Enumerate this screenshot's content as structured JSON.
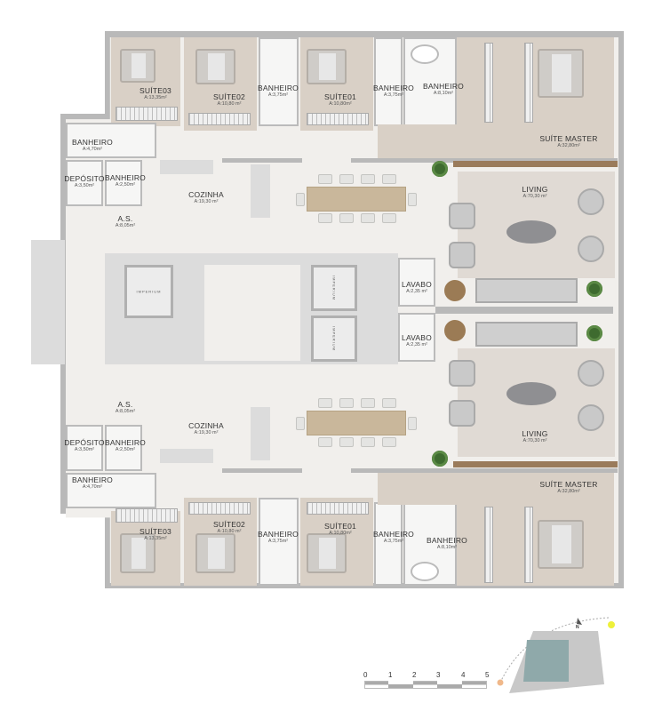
{
  "rooms_top": [
    {
      "name": "SUÍTE03",
      "area": "A:13,35m²"
    },
    {
      "name": "SUÍTE02",
      "area": "A:10,80 m²"
    },
    {
      "name": "BANHEIRO",
      "area": "A:3,75m²"
    },
    {
      "name": "SUÍTE01",
      "area": "A:10,80m²"
    },
    {
      "name": "BANHEIRO",
      "area": "A:3,75m²"
    },
    {
      "name": "BANHEIRO",
      "area": "A:8,10m²"
    },
    {
      "name": "SUÍTE MASTER",
      "area": "A:32,80m²"
    },
    {
      "name": "BANHEIRO",
      "area": "A:4,70m²"
    },
    {
      "name": "DEPÓSITO",
      "area": "A:3,50m²"
    },
    {
      "name": "BANHEIRO",
      "area": "A:2,50m²"
    },
    {
      "name": "COZINHA",
      "area": "A:19,30 m²"
    },
    {
      "name": "A.S.",
      "area": "A:8,05m²"
    },
    {
      "name": "LIVING",
      "area": "A:70,30 m²"
    },
    {
      "name": "LAVABO",
      "area": "A:2,35 m²"
    }
  ],
  "rooms_bottom": [
    {
      "name": "SUÍTE03",
      "area": "A:13,35m²"
    },
    {
      "name": "SUÍTE02",
      "area": "A:10,80 m²"
    },
    {
      "name": "BANHEIRO",
      "area": "A:3,75m²"
    },
    {
      "name": "SUÍTE01",
      "area": "A:10,80m²"
    },
    {
      "name": "BANHEIRO",
      "area": "A:3,75m²"
    },
    {
      "name": "BANHEIRO",
      "area": "A:8,10m²"
    },
    {
      "name": "SUÍTE MASTER",
      "area": "A:32,80m²"
    },
    {
      "name": "BANHEIRO",
      "area": "A:4,70m²"
    },
    {
      "name": "DEPÓSITO",
      "area": "A:3,50m²"
    },
    {
      "name": "BANHEIRO",
      "area": "A:2,50m²"
    },
    {
      "name": "COZINHA",
      "area": "A:19,30 m²"
    },
    {
      "name": "A.S.",
      "area": "A:8,05m²"
    },
    {
      "name": "LIVING",
      "area": "A:70,30 m²"
    },
    {
      "name": "LAVABO",
      "area": "A:2,35 m²"
    }
  ],
  "elevator_logo": "IMPERIUM",
  "scale_bar": {
    "ticks": [
      "0",
      "1",
      "2",
      "3",
      "4",
      "5"
    ]
  },
  "compass": {
    "north": "N"
  },
  "colors": {
    "wall": "#b9b9b9",
    "wood_floor": "#d9d0c6",
    "stone_floor": "#f1efec",
    "site": "#8fa9aa"
  }
}
